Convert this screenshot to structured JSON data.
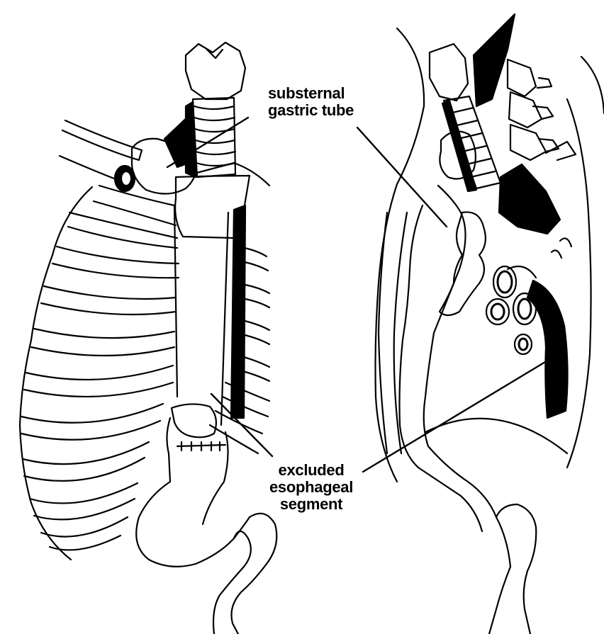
{
  "labels": {
    "top": {
      "line1": "substernal",
      "line2": "gastric tube"
    },
    "bottom": {
      "line1": "excluded",
      "line2": "esophageal",
      "line3": "segment"
    }
  },
  "colors": {
    "ink": "#000000",
    "paper": "#ffffff"
  }
}
